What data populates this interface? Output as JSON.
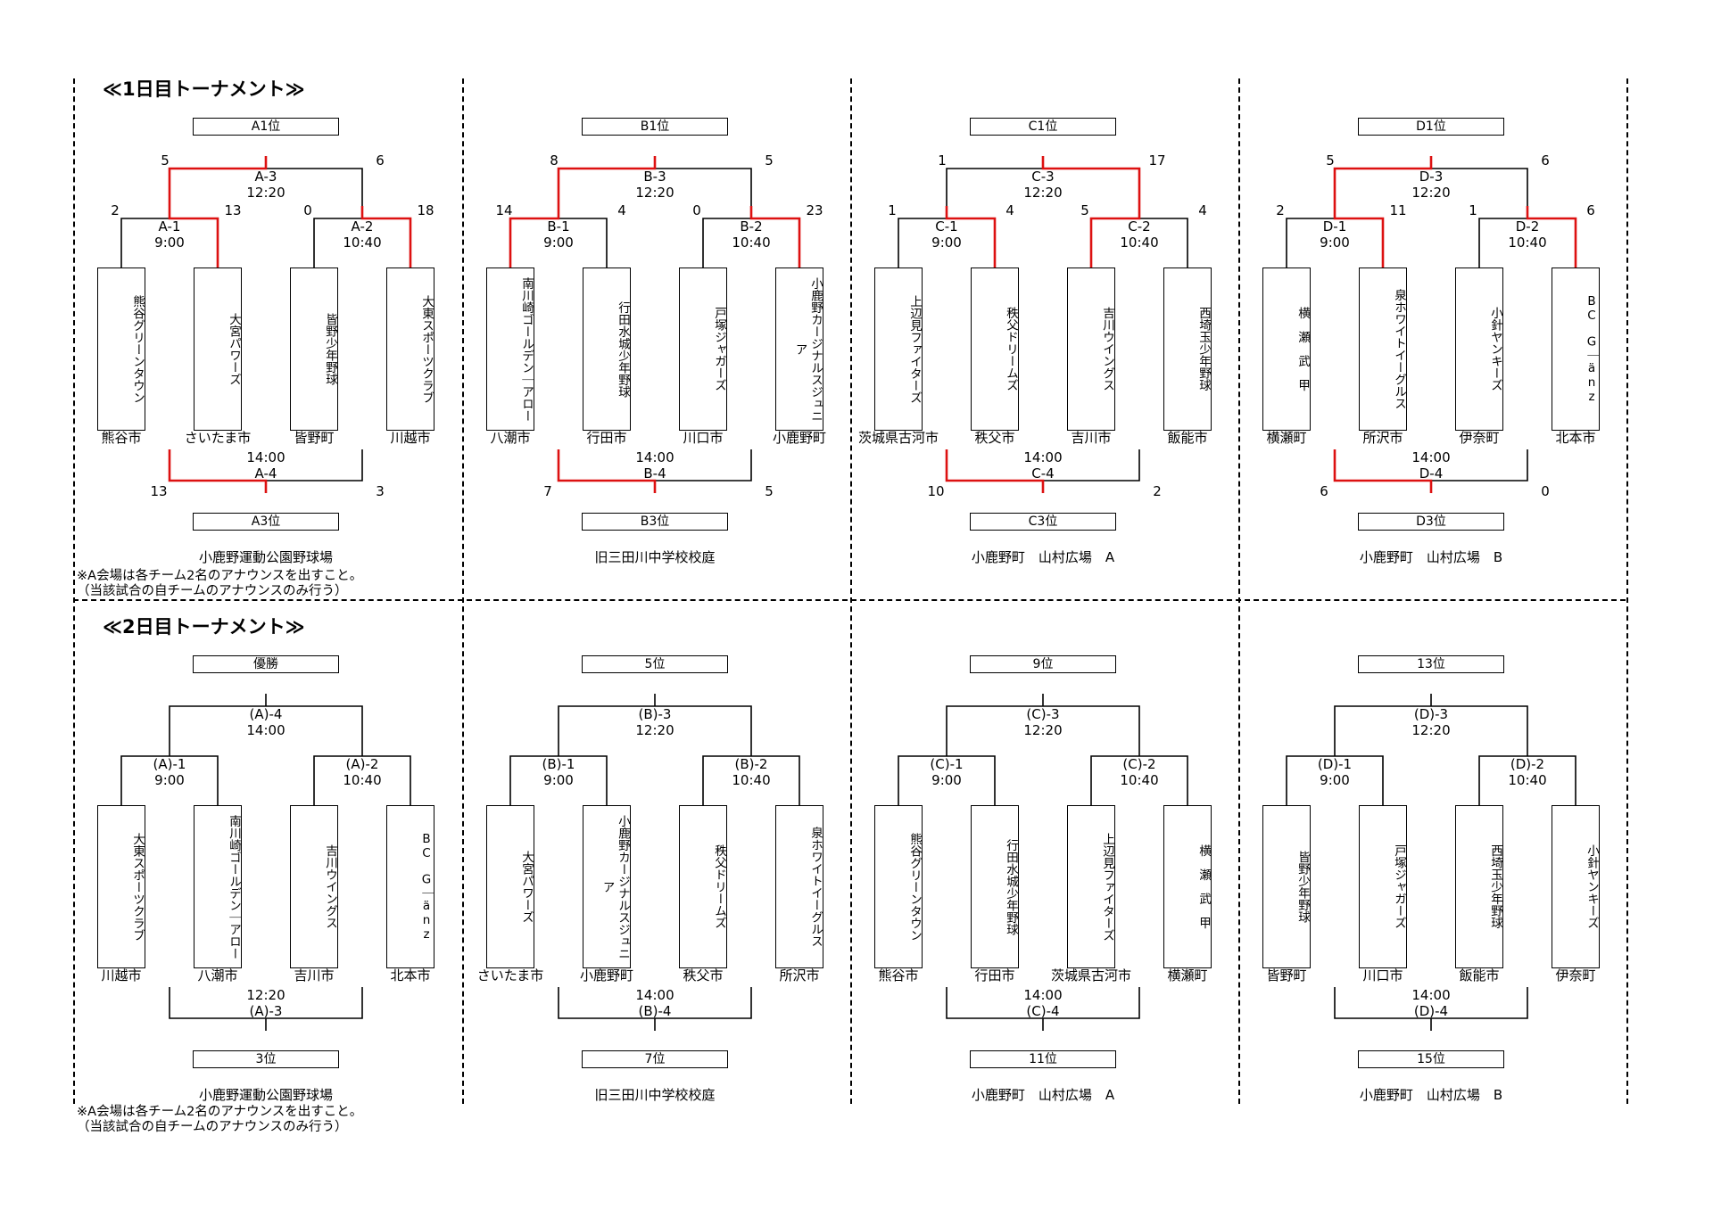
{
  "day1": {
    "title": "≪1日目トーナメント≫",
    "notes": [
      "※A会場は各チーム2名のアナウンスを出すこと。",
      "（当該試合の自チームのアナウンスのみ行う）"
    ],
    "groups": [
      {
        "top": "A1位",
        "bottom": "A3位",
        "venue": "小鹿野運動公園野球場",
        "semi1": {
          "label": "A-1",
          "time": "9:00",
          "lscore": "2",
          "rscore": "13"
        },
        "semi2": {
          "label": "A-2",
          "time": "10:40",
          "lscore": "0",
          "rscore": "18"
        },
        "final": {
          "label": "A-3",
          "time": "12:20",
          "lscore": "5",
          "rscore": "6"
        },
        "third": {
          "label": "A-4",
          "time": "14:00",
          "lscore": "13",
          "rscore": "3"
        },
        "teams": [
          {
            "name": "熊谷グリーンタウン",
            "city": "熊谷市"
          },
          {
            "name": "大宮パワーズ",
            "city": "さいたま市"
          },
          {
            "name": "皆野少年野球",
            "city": "皆野町"
          },
          {
            "name": "大東スポーツクラブ",
            "city": "川越市"
          }
        ]
      },
      {
        "top": "B1位",
        "bottom": "B3位",
        "venue": "旧三田川中学校校庭",
        "semi1": {
          "label": "B-1",
          "time": "9:00",
          "lscore": "14",
          "rscore": "4"
        },
        "semi2": {
          "label": "B-2",
          "time": "10:40",
          "lscore": "0",
          "rscore": "23"
        },
        "final": {
          "label": "B-3",
          "time": "12:20",
          "lscore": "8",
          "rscore": "5"
        },
        "third": {
          "label": "B-4",
          "time": "14:00",
          "lscore": "7",
          "rscore": "5"
        },
        "teams": [
          {
            "name": "南川崎ゴールデン｜アロー",
            "city": "八潮市"
          },
          {
            "name": "行田水城少年野球",
            "city": "行田市"
          },
          {
            "name": "戸塚ジャガーズ",
            "city": "川口市"
          },
          {
            "name": "小鹿野カージナルスジュニア",
            "city": "小鹿野町"
          }
        ]
      },
      {
        "top": "C1位",
        "bottom": "C3位",
        "venue": "小鹿野町　山村広場　A",
        "semi1": {
          "label": "C-1",
          "time": "9:00",
          "lscore": "1",
          "rscore": "4"
        },
        "semi2": {
          "label": "C-2",
          "time": "10:40",
          "lscore": "5",
          "rscore": "4"
        },
        "final": {
          "label": "C-3",
          "time": "12:20",
          "lscore": "1",
          "rscore": "17"
        },
        "third": {
          "label": "C-4",
          "time": "14:00",
          "lscore": "10",
          "rscore": "2"
        },
        "teams": [
          {
            "name": "上辺見ファイターズ",
            "city": "茨城県古河市"
          },
          {
            "name": "秩父ドリームズ",
            "city": "秩父市"
          },
          {
            "name": "吉川ウイングス",
            "city": "吉川市"
          },
          {
            "name": "西埼玉少年野球",
            "city": "飯能市"
          }
        ]
      },
      {
        "top": "D1位",
        "bottom": "D3位",
        "venue": "小鹿野町　山村広場　B",
        "semi1": {
          "label": "D-1",
          "time": "9:00",
          "lscore": "2",
          "rscore": "11"
        },
        "semi2": {
          "label": "D-2",
          "time": "10:40",
          "lscore": "1",
          "rscore": "6"
        },
        "final": {
          "label": "D-3",
          "time": "12:20",
          "lscore": "5",
          "rscore": "6"
        },
        "third": {
          "label": "D-4",
          "time": "14:00",
          "lscore": "6",
          "rscore": "0"
        },
        "teams": [
          {
            "name": "横　瀬　武　甲",
            "city": "横瀬町"
          },
          {
            "name": "泉ホワイトイーグルス",
            "city": "所沢市"
          },
          {
            "name": "小針ヤンキーズ",
            "city": "伊奈町"
          },
          {
            "name": "BC　G｜änz",
            "city": "北本市"
          }
        ]
      }
    ]
  },
  "day2": {
    "title": "≪2日目トーナメント≫",
    "notes": [
      "※A会場は各チーム2名のアナウンスを出すこと。",
      "（当該試合の自チームのアナウンスのみ行う）"
    ],
    "groups": [
      {
        "top": "優勝",
        "bottom": "3位",
        "venue": "小鹿野運動公園野球場",
        "semi1": {
          "label": "(A)-1",
          "time": "9:00"
        },
        "semi2": {
          "label": "(A)-2",
          "time": "10:40"
        },
        "final": {
          "label": "(A)-4",
          "time": "14:00"
        },
        "third": {
          "label": "(A)-3",
          "time": "12:20"
        },
        "teams": [
          {
            "name": "大東スポーツクラブ",
            "city": "川越市"
          },
          {
            "name": "南川崎ゴールデン｜アロー",
            "city": "八潮市"
          },
          {
            "name": "吉川ウイングス",
            "city": "吉川市"
          },
          {
            "name": "BC　G｜änz",
            "city": "北本市"
          }
        ]
      },
      {
        "top": "5位",
        "bottom": "7位",
        "venue": "旧三田川中学校校庭",
        "semi1": {
          "label": "(B)-1",
          "time": "9:00"
        },
        "semi2": {
          "label": "(B)-2",
          "time": "10:40"
        },
        "final": {
          "label": "(B)-3",
          "time": "12:20"
        },
        "third": {
          "label": "(B)-4",
          "time": "14:00"
        },
        "teams": [
          {
            "name": "大宮パワーズ",
            "city": "さいたま市"
          },
          {
            "name": "小鹿野カージナルスジュニア",
            "city": "小鹿野町"
          },
          {
            "name": "秩父ドリームズ",
            "city": "秩父市"
          },
          {
            "name": "泉ホワイトイーグルス",
            "city": "所沢市"
          }
        ]
      },
      {
        "top": "9位",
        "bottom": "11位",
        "venue": "小鹿野町　山村広場　A",
        "semi1": {
          "label": "(C)-1",
          "time": "9:00"
        },
        "semi2": {
          "label": "(C)-2",
          "time": "10:40"
        },
        "final": {
          "label": "(C)-3",
          "time": "12:20"
        },
        "third": {
          "label": "(C)-4",
          "time": "14:00"
        },
        "teams": [
          {
            "name": "熊谷グリーンタウン",
            "city": "熊谷市"
          },
          {
            "name": "行田水城少年野球",
            "city": "行田市"
          },
          {
            "name": "上辺見ファイターズ",
            "city": "茨城県古河市"
          },
          {
            "name": "横　瀬　武　甲",
            "city": "横瀬町"
          }
        ]
      },
      {
        "top": "13位",
        "bottom": "15位",
        "venue": "小鹿野町　山村広場　B",
        "semi1": {
          "label": "(D)-1",
          "time": "9:00"
        },
        "semi2": {
          "label": "(D)-2",
          "time": "10:40"
        },
        "final": {
          "label": "(D)-3",
          "time": "12:20"
        },
        "third": {
          "label": "(D)-4",
          "time": "14:00"
        },
        "teams": [
          {
            "name": "皆野少年野球",
            "city": "皆野町"
          },
          {
            "name": "戸塚ジャガーズ",
            "city": "川口市"
          },
          {
            "name": "西埼玉少年野球",
            "city": "飯能市"
          },
          {
            "name": "小針ヤンキーズ",
            "city": "伊奈町"
          }
        ]
      }
    ]
  },
  "colors": {
    "winner_line": "#dd1111",
    "line": "#000000"
  },
  "winners_day1": [
    {
      "semi1": "right",
      "semi2": "right",
      "final": "left",
      "third": "left"
    },
    {
      "semi1": "left",
      "semi2": "right",
      "final": "left",
      "third": "left"
    },
    {
      "semi1": "right",
      "semi2": "left",
      "final": "right",
      "third": "left"
    },
    {
      "semi1": "right",
      "semi2": "right",
      "final": "left",
      "third": "left"
    }
  ]
}
